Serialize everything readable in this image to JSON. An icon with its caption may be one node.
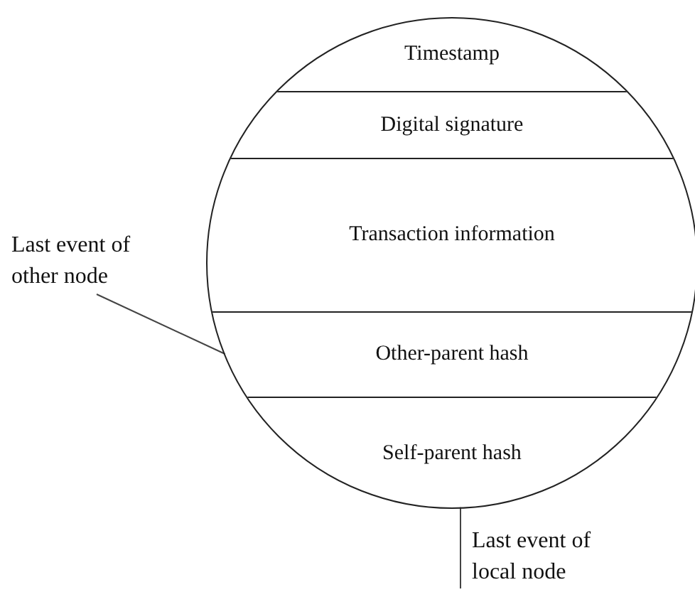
{
  "diagram": {
    "nodes": [
      {
        "text": [],
        "shape": "circle"
      },
      {
        "text": [
          "Timestamp"
        ],
        "in": 0
      },
      {
        "text": [
          "Digital signature"
        ],
        "in": 0
      },
      {
        "text": [
          "Transaction information"
        ],
        "in": 0
      },
      {
        "text": [
          "Other-parent hash"
        ],
        "in": 0
      },
      {
        "text": [
          "Self-parent hash"
        ],
        "in": 0
      },
      {
        "text": [
          "Last event of other node"
        ]
      },
      {
        "text": [
          "Last event of local node"
        ]
      }
    ],
    "edges": [
      {
        "from": 6,
        "to": 4,
        "arrow": "none"
      },
      {
        "from": 7,
        "to": 5,
        "arrow": "none"
      }
    ]
  }
}
